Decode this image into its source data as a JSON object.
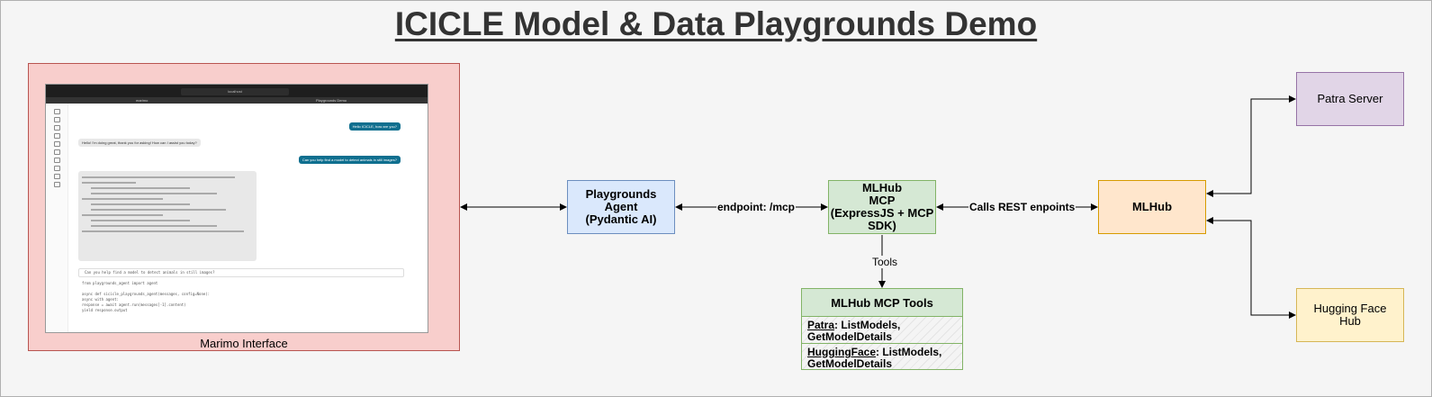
{
  "title": "ICICLE Model & Data Playgrounds Demo",
  "nodes": {
    "marimo": {
      "label": "Marimo Interface",
      "color": "#f8cecc"
    },
    "agent": {
      "line1": "Playgrounds Agent",
      "line2": "(Pydantic AI)",
      "color": "#dae8fc"
    },
    "mcp": {
      "line1": "MLHub",
      "line2": "MCP",
      "line3": "(ExpressJS + MCP",
      "line4": "SDK)",
      "color": "#d5e8d4"
    },
    "mlhub": {
      "label": "MLHub",
      "color": "#ffe6cc"
    },
    "patra": {
      "label": "Patra Server",
      "color": "#e1d5e7"
    },
    "hf": {
      "line1": "Hugging Face",
      "line2": "Hub",
      "color": "#fff2cc"
    }
  },
  "tools": {
    "title": "MLHub MCP Tools",
    "rows": [
      {
        "name": "Patra",
        "line1": ": ListModels,",
        "line2": "GetModelDetails"
      },
      {
        "name": "HuggingFace",
        "line1": ": ListModels,",
        "line2": "GetModelDetails"
      }
    ]
  },
  "edges": {
    "agent_mcp": "endpoint: /mcp",
    "mcp_mlhub": "Calls REST enpoints",
    "mcp_tools": "Tools"
  },
  "screenshot": {
    "url": "localhost",
    "tab1": "marimo",
    "tab2": "Playgrounds Demo",
    "msg1": "Hello ICICLE, how are you?",
    "msg2": "Hello! I'm doing great, thank you for asking! How can I assist you today?",
    "msg3": "Can you help find a model to detect animals in still images?",
    "input": "Can you help find a model to detect animals in still images?",
    "code1": "from playgrounds_agent import agent",
    "code2": "async def sicicle_playgrounds_agent(messages, config=None):",
    "code3": "    async with agent:",
    "code4": "        response = await agent.run(messages[-1].content)",
    "code5": "        yield response.output"
  }
}
